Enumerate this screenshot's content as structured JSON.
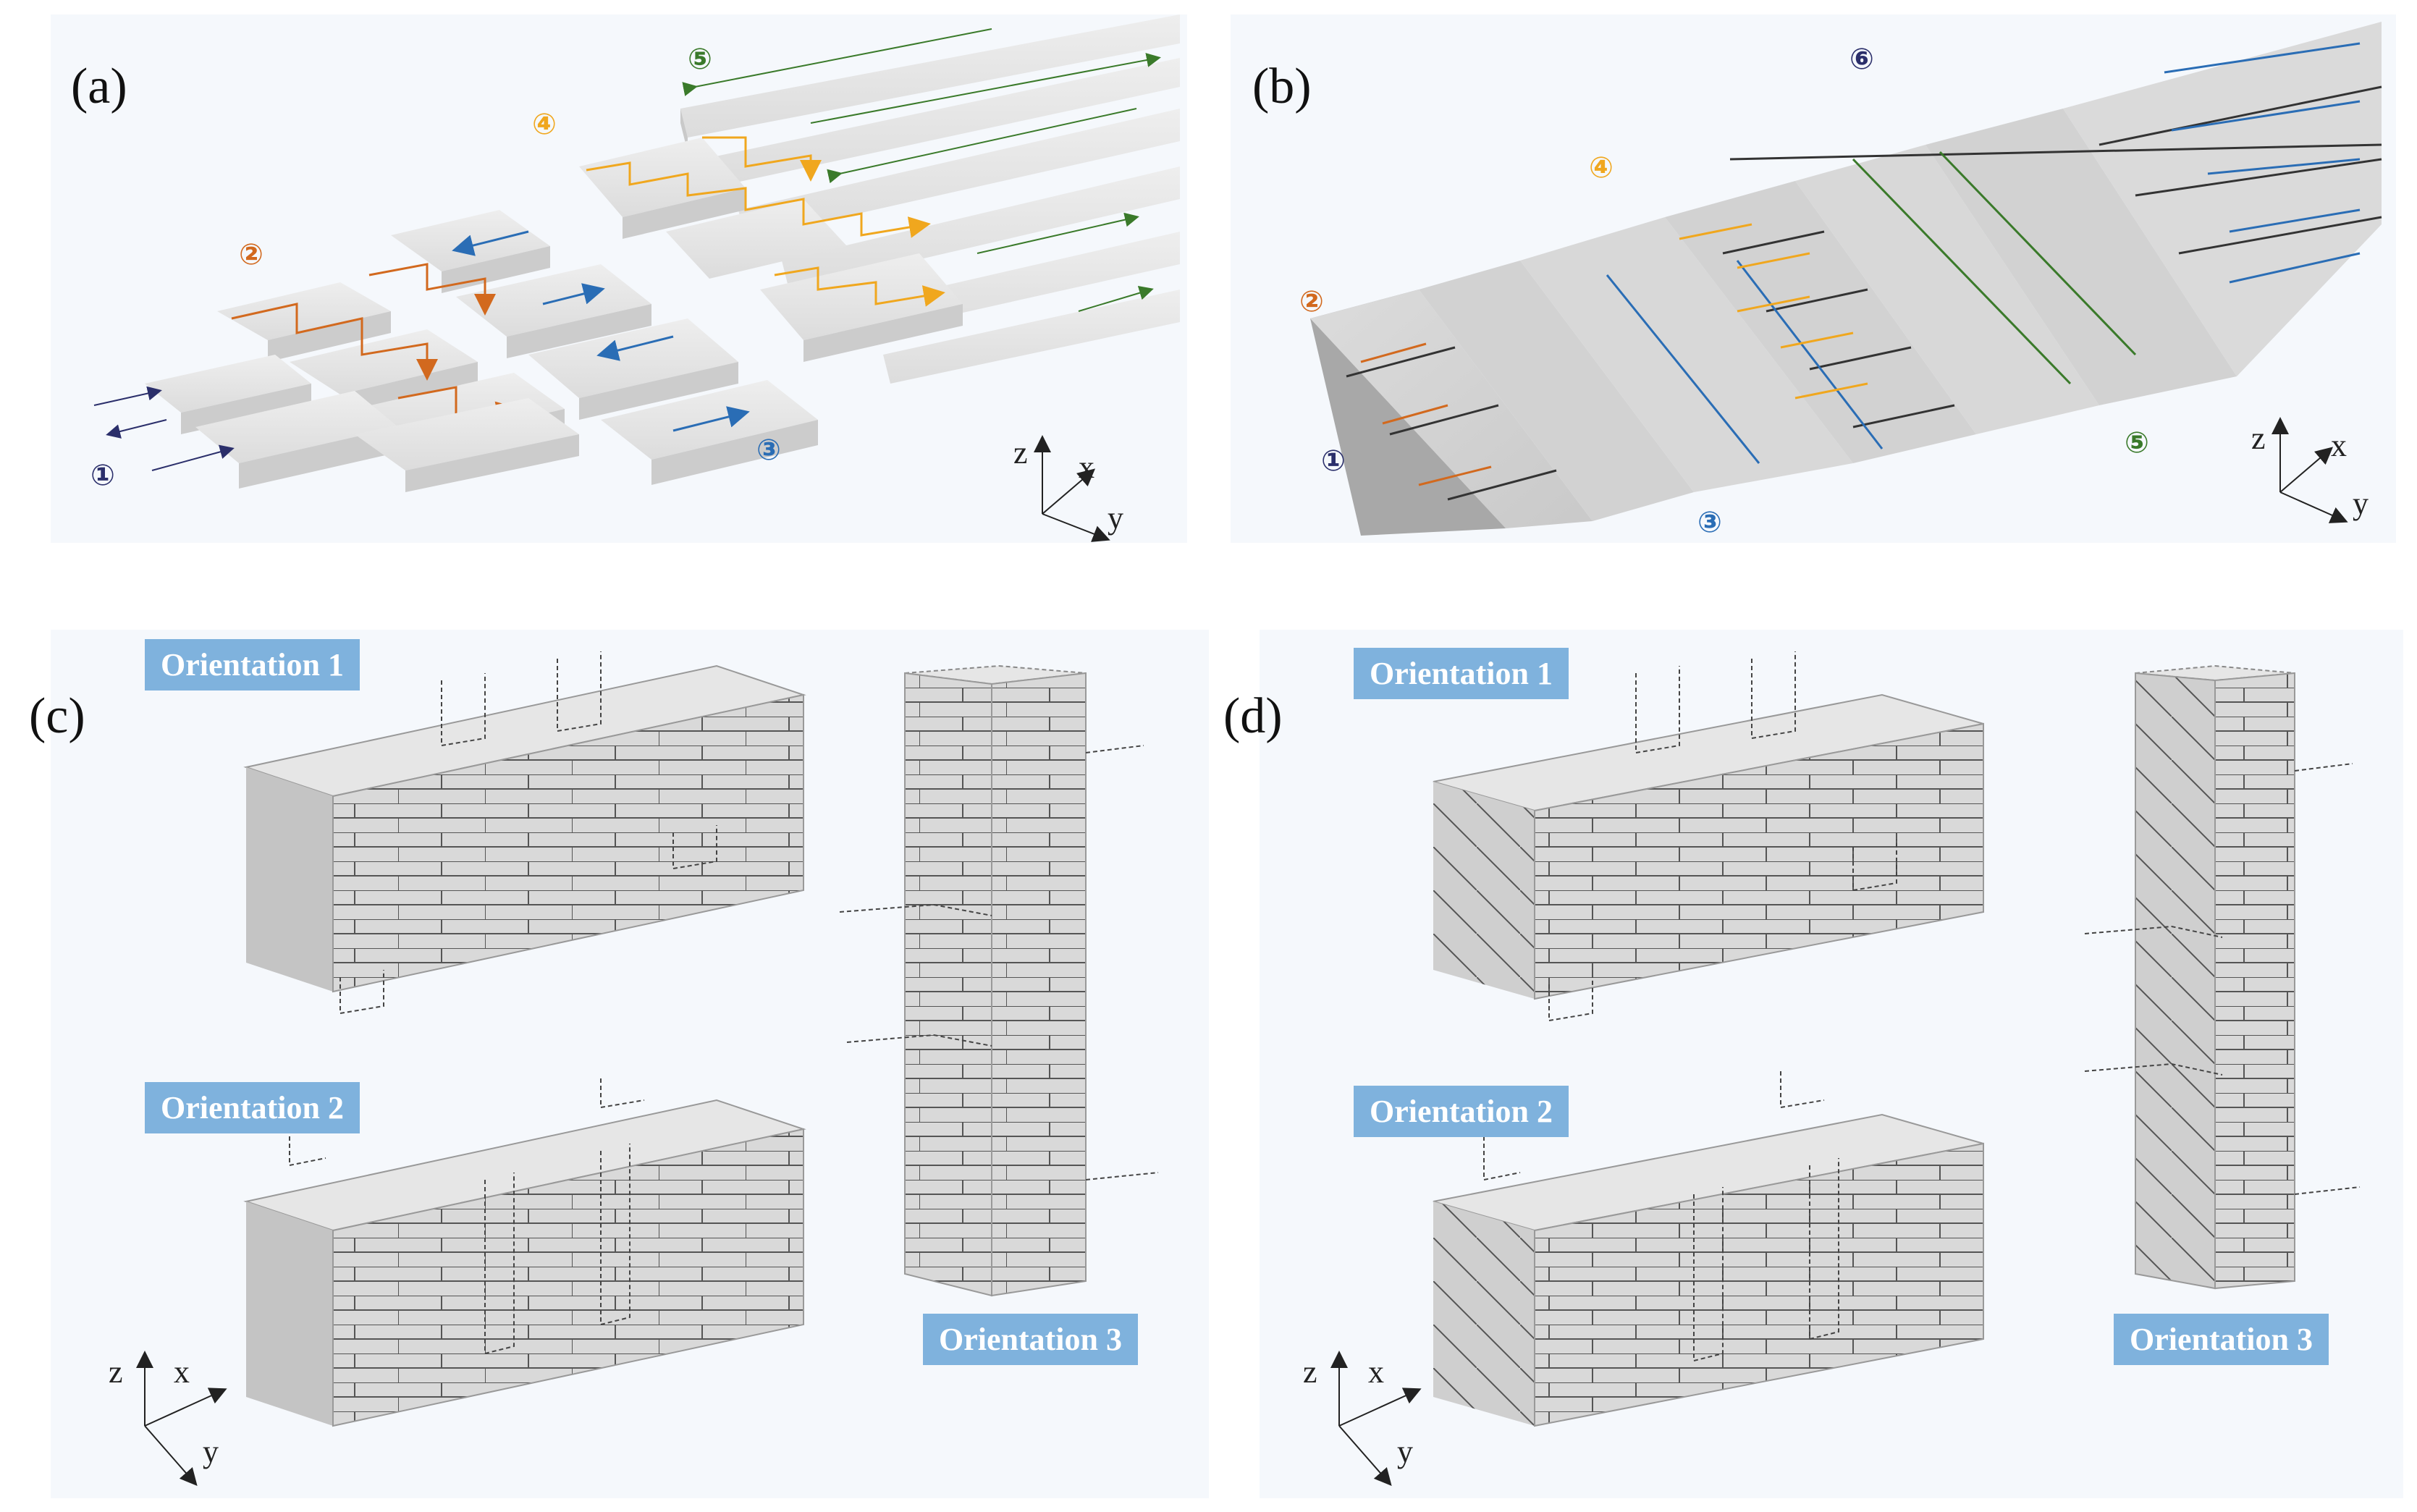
{
  "panels": {
    "a": {
      "label": "(a)",
      "layers": [
        "①",
        "②",
        "③",
        "④",
        "⑤"
      ],
      "axes": {
        "z": "z",
        "x": "x",
        "y": "y"
      }
    },
    "b": {
      "label": "(b)",
      "layers": [
        "①",
        "②",
        "③",
        "④",
        "⑤",
        "⑥"
      ],
      "axes": {
        "z": "z",
        "x": "x",
        "y": "y"
      }
    },
    "c": {
      "label": "(c)",
      "orientations": [
        "Orientation 1",
        "Orientation 2",
        "Orientation 3"
      ],
      "axes": {
        "z": "z",
        "x": "x",
        "y": "y"
      }
    },
    "d": {
      "label": "(d)",
      "orientations": [
        "Orientation 1",
        "Orientation 2",
        "Orientation 3"
      ],
      "axes": {
        "z": "z",
        "x": "x",
        "y": "y"
      }
    }
  },
  "colors": {
    "layer1": "#2b2f6b",
    "layer2": "#d2691e",
    "layer3": "#2a6db5",
    "layer4": "#f0a71e",
    "layer5": "#3a7a2a",
    "layer6": "#2b2f6b",
    "orientation_badge": "#7fb2dd",
    "block_top": "#e4e4e4",
    "block_side": "#cfcfcf"
  }
}
